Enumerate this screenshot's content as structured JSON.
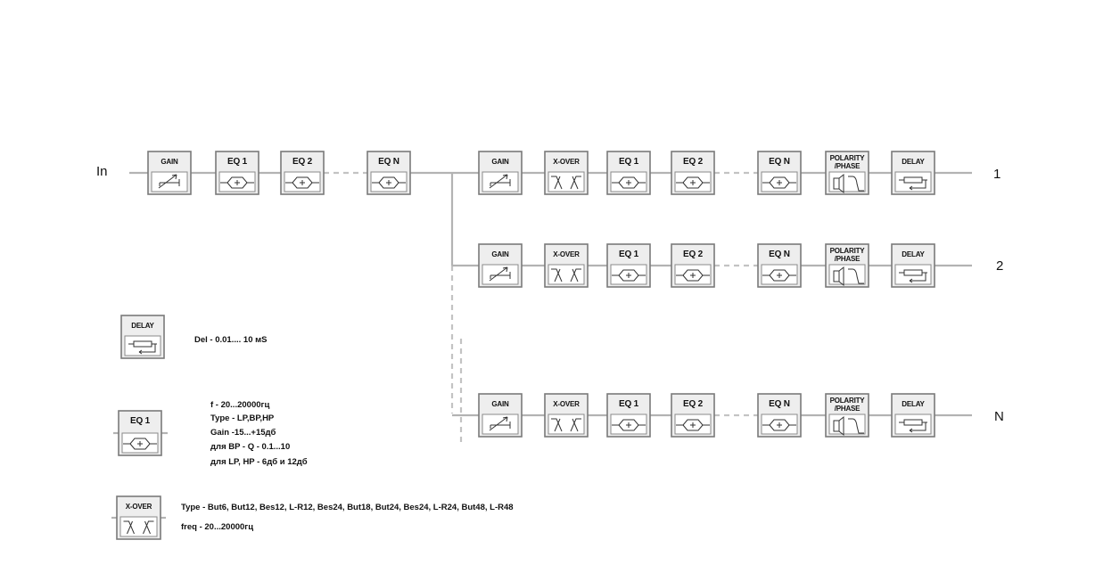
{
  "io": {
    "input": "In",
    "outputs": [
      "1",
      "2",
      "N"
    ]
  },
  "blocks": {
    "gain": "GAIN",
    "eq1": "EQ 1",
    "eq2": "EQ 2",
    "eqn": "EQ N",
    "xover": "X-OVER",
    "polarity_line1": "POLARITY",
    "polarity_line2": "/PHASE",
    "delay": "DELAY"
  },
  "legend": {
    "delay": {
      "block": "DELAY",
      "lines": [
        "Del - 0.01.... 10 мS"
      ]
    },
    "eq": {
      "block": "EQ 1",
      "lines": [
        "f - 20...20000гц",
        "Type - LP,BP,HP",
        "Gain -15...+15дб",
        "для BP - Q - 0.1...10",
        "для LP, HP - 6дб и 12дб"
      ]
    },
    "xover": {
      "block": "X-OVER",
      "lines": [
        "Type - But6, But12, Bes12, L-R12, Bes24, But18, But24, Bes24, L-R24, But48, L-R48",
        "freq - 20...20000гц"
      ]
    }
  },
  "colors": {
    "block_fill": "#eeeeee",
    "block_border": "#7a7a7a",
    "wire": "#b3b3b3"
  }
}
